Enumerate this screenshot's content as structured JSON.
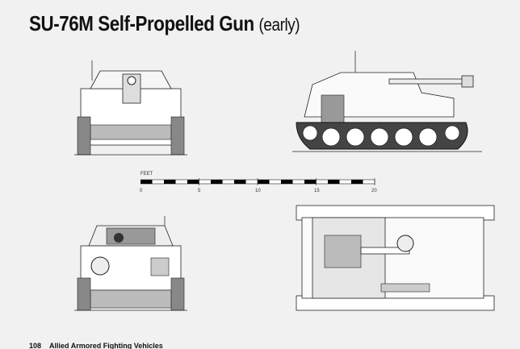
{
  "title": {
    "main": "SU-76M Self-Propelled Gun",
    "sub": "(early)"
  },
  "scale_bar": {
    "unit_label": "FEET",
    "ticks": [
      "0",
      "5",
      "10",
      "15",
      "20"
    ]
  },
  "views": [
    "front",
    "side",
    "rear",
    "top"
  ],
  "footer": {
    "page_number": "108",
    "book_title": "Allied Armored Fighting Vehicles"
  }
}
